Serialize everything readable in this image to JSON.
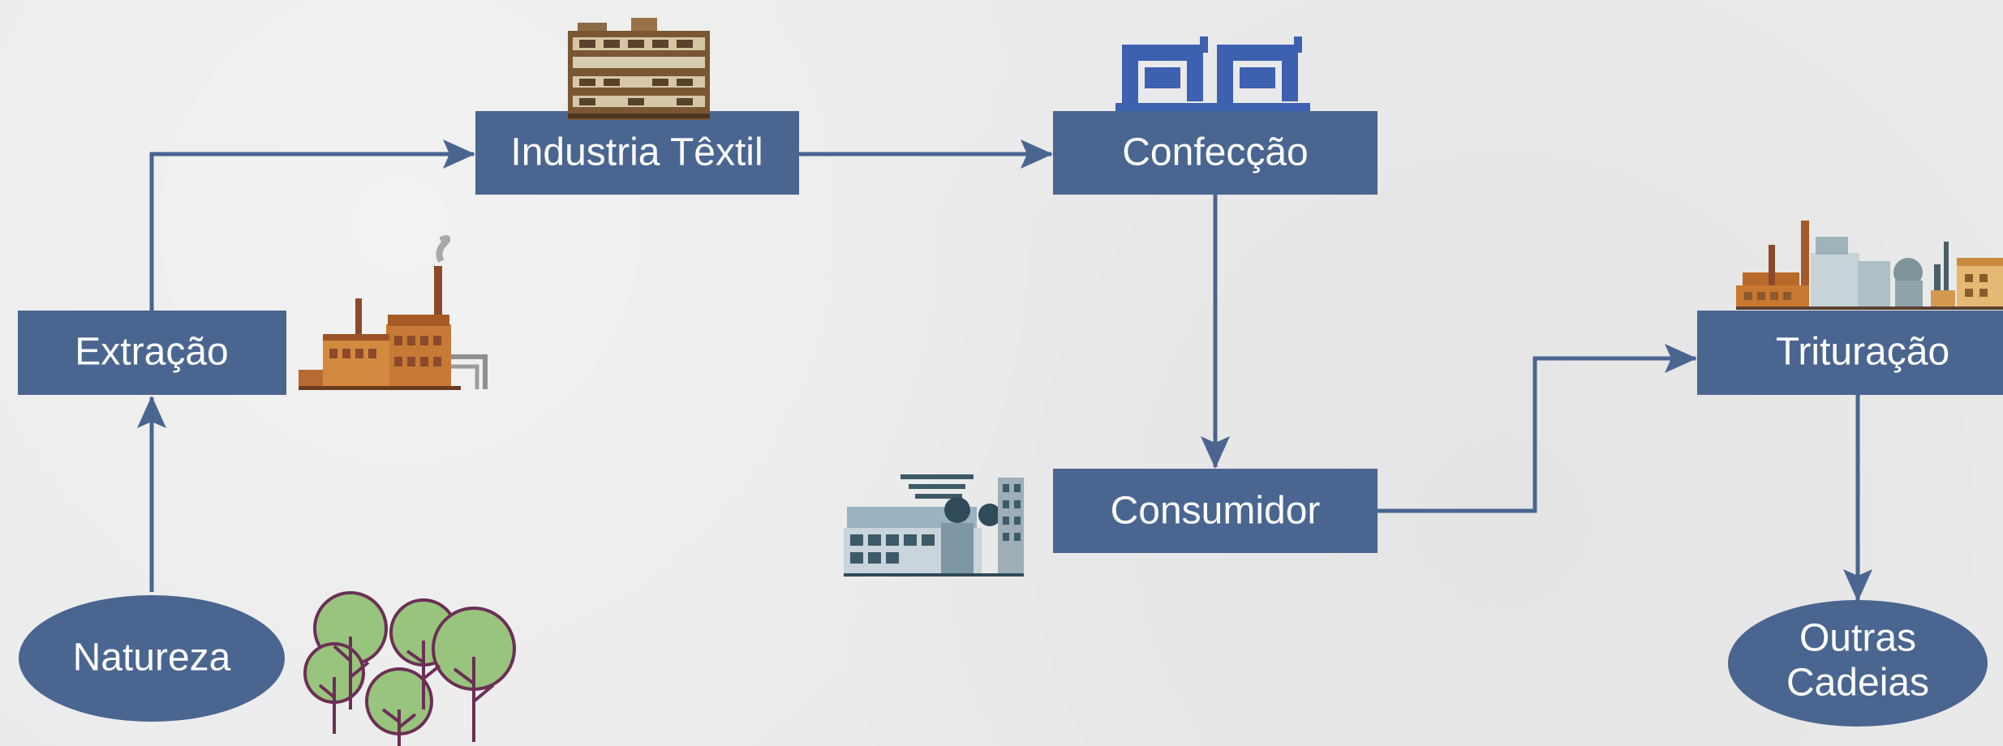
{
  "nodes": {
    "extracao": {
      "label": "Extração"
    },
    "industria_textil": {
      "label": "Industria Têxtil"
    },
    "confeccao": {
      "label": "Confecção"
    },
    "consumidor": {
      "label": "Consumidor"
    },
    "trituracao": {
      "label": "Trituração"
    },
    "natureza": {
      "label": "Natureza"
    },
    "outras_cadeias": {
      "line1": "Outras",
      "line2": "Cadeias"
    }
  },
  "colors": {
    "node_fill": "#4a6590",
    "connector": "#4a6590",
    "background": "#ebebeb"
  },
  "icons": [
    "factory-building-icon",
    "sewing-machines-icon",
    "industrial-plant-icon",
    "city-buildings-icon",
    "recycling-plant-icon",
    "trees-icon"
  ],
  "edges": [
    {
      "from": "natureza",
      "to": "extracao"
    },
    {
      "from": "extracao",
      "to": "industria_textil"
    },
    {
      "from": "industria_textil",
      "to": "confeccao"
    },
    {
      "from": "confeccao",
      "to": "consumidor"
    },
    {
      "from": "consumidor",
      "to": "trituracao"
    },
    {
      "from": "trituracao",
      "to": "outras_cadeias"
    }
  ]
}
